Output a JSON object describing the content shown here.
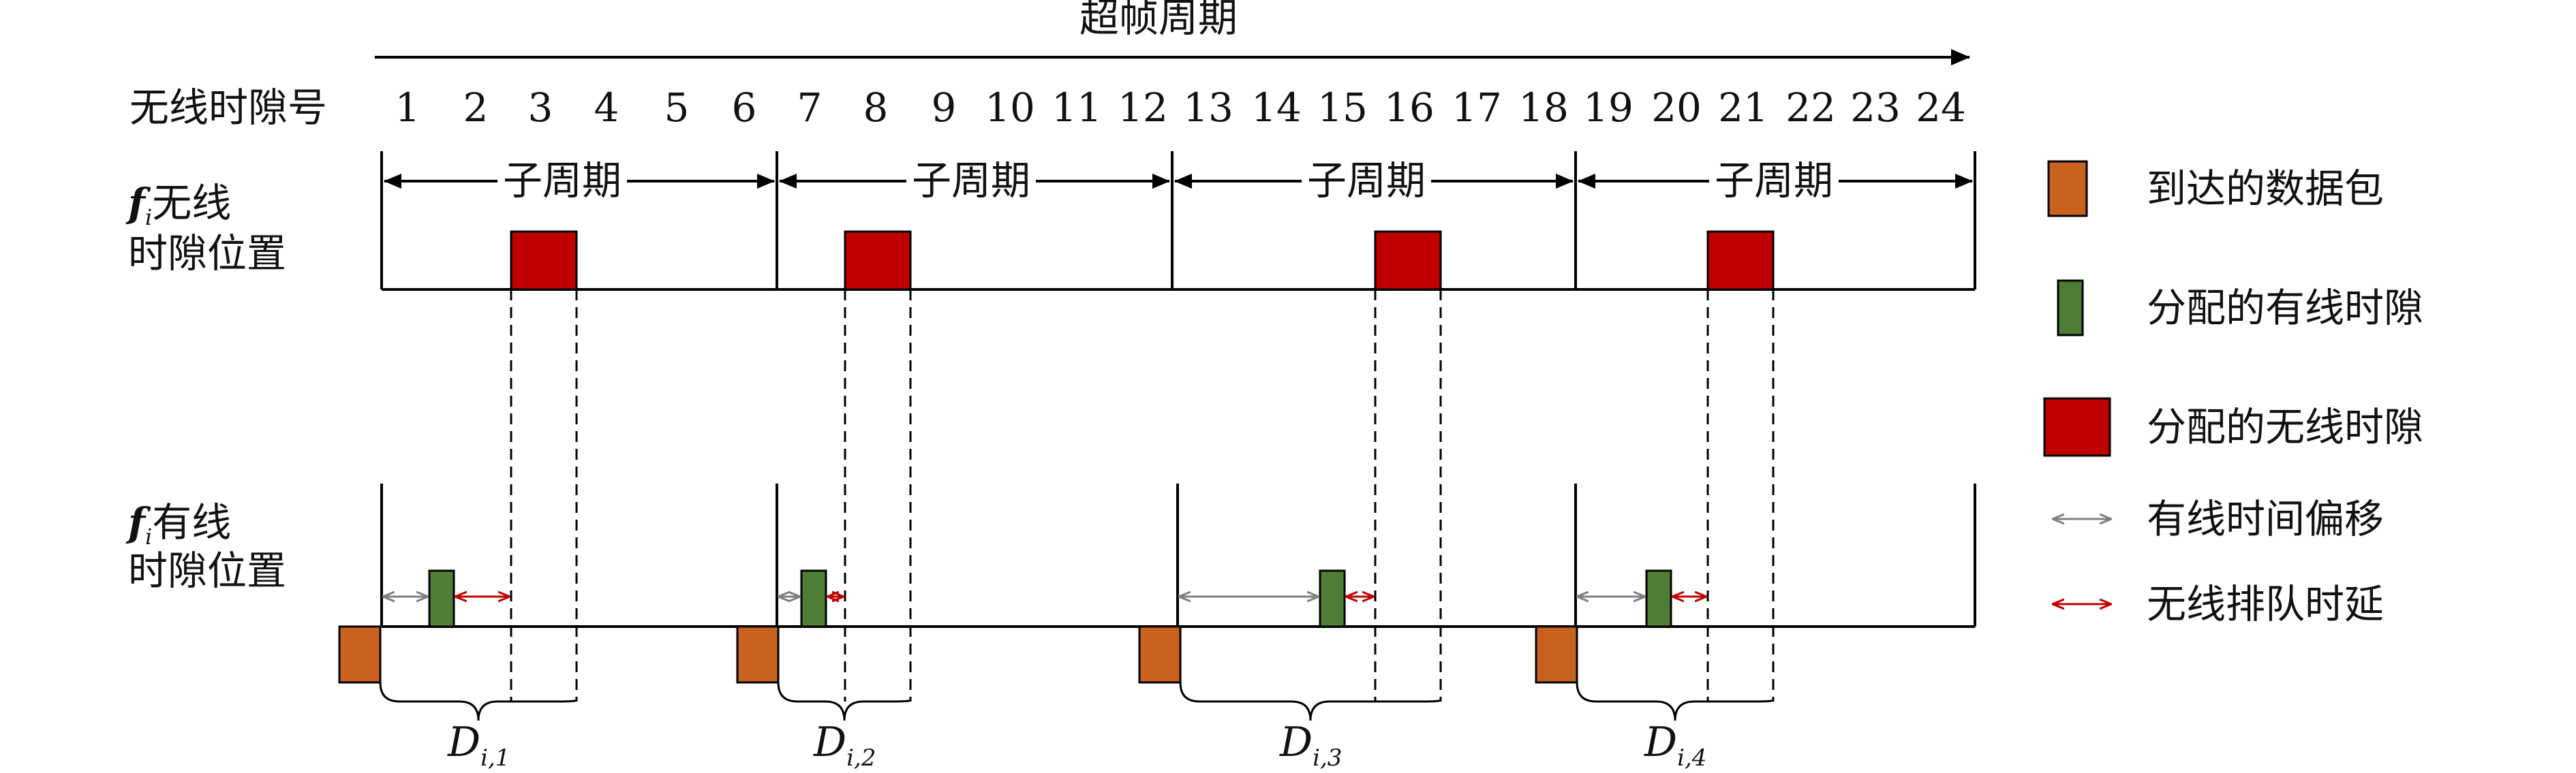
{
  "title": "超帧周期",
  "slot_row_label": "无线时隙号",
  "slot_numbers": [
    "1",
    "2",
    "3",
    "4",
    "5",
    "6",
    "7",
    "8",
    "9",
    "10",
    "11",
    "12",
    "13",
    "14",
    "15",
    "16",
    "17",
    "18",
    "19",
    "20",
    "21",
    "22",
    "23",
    "24"
  ],
  "wireless_row_label": {
    "prefix": "f",
    "sub": "i",
    "line1_rest": "无线",
    "line2": "时隙位置"
  },
  "wired_row_label": {
    "prefix": "f",
    "sub": "i",
    "line1_rest": "有线",
    "line2": "时隙位置"
  },
  "subperiod_label": "子周期",
  "subperiod_count": 4,
  "delay_labels": [
    {
      "main": "D",
      "sub": "i,1"
    },
    {
      "main": "D",
      "sub": "i,2"
    },
    {
      "main": "D",
      "sub": "i,3"
    },
    {
      "main": "D",
      "sub": "i,4"
    }
  ],
  "legend": [
    {
      "label": "到达的数据包",
      "kind": "arrived-packet",
      "color": "#c8621e"
    },
    {
      "label": "分配的有线时隙",
      "kind": "wired-slot",
      "color": "#4e7d35"
    },
    {
      "label": "分配的无线时隙",
      "kind": "wireless-slot",
      "color": "#c00000"
    },
    {
      "label": "有线时间偏移",
      "kind": "wired-offset-arrow",
      "color": "#7f7f7f"
    },
    {
      "label": "无线排队时延",
      "kind": "wireless-queue-arrow",
      "color": "#c00000"
    }
  ],
  "colors": {
    "packet": "#c8621e",
    "wired": "#4e7d35",
    "wireless": "#c00000",
    "offset_arrow": "#7f7f7f",
    "queue_arrow": "#c00000",
    "line": "#000000"
  }
}
